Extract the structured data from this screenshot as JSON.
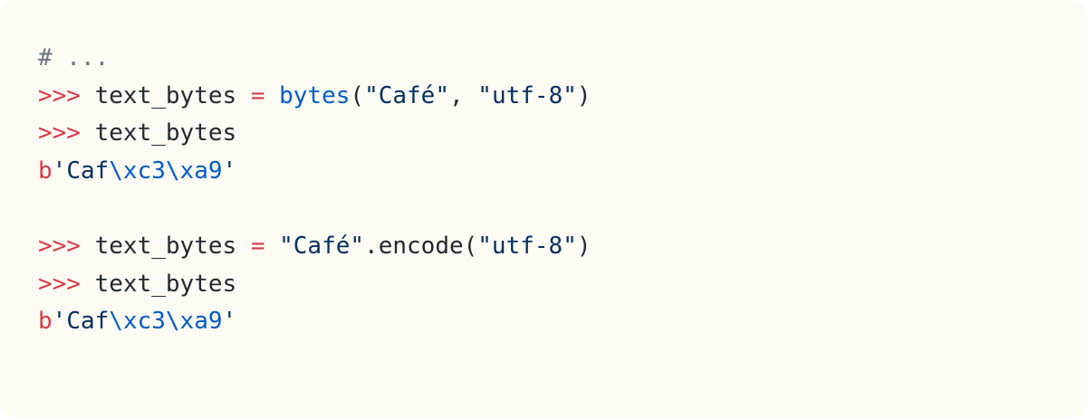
{
  "code_block": {
    "background": "#fefbf4",
    "colors": {
      "comment": "#6a737d",
      "prompt": "#d73a49",
      "operator": "#d73a49",
      "builtin": "#005cc5",
      "string": "#032f62",
      "text": "#24292e"
    },
    "lines": [
      {
        "comment": "# ..."
      },
      {
        "prompt": ">>>",
        "var": " text_bytes ",
        "op": "=",
        "sp": " ",
        "builtin": "bytes",
        "paren_open": "(",
        "str1": "\"Café\"",
        "comma": ", ",
        "str2": "\"utf-8\"",
        "paren_close": ")"
      },
      {
        "prompt": ">>>",
        "var": " text_bytes"
      },
      {
        "prefix": "b",
        "quote_open": "'",
        "literal": "Caf",
        "esc1": "\\xc3",
        "esc2": "\\xa9",
        "quote_close": "'"
      },
      {
        "blank": ""
      },
      {
        "prompt": ">>>",
        "var": " text_bytes ",
        "op": "=",
        "sp": " ",
        "str1": "\"Café\"",
        "method": ".encode(",
        "str2": "\"utf-8\"",
        "paren_close": ")"
      },
      {
        "prompt": ">>>",
        "var": " text_bytes"
      },
      {
        "prefix": "b",
        "quote_open": "'",
        "literal": "Caf",
        "esc1": "\\xc3",
        "esc2": "\\xa9",
        "quote_close": "'"
      }
    ]
  }
}
